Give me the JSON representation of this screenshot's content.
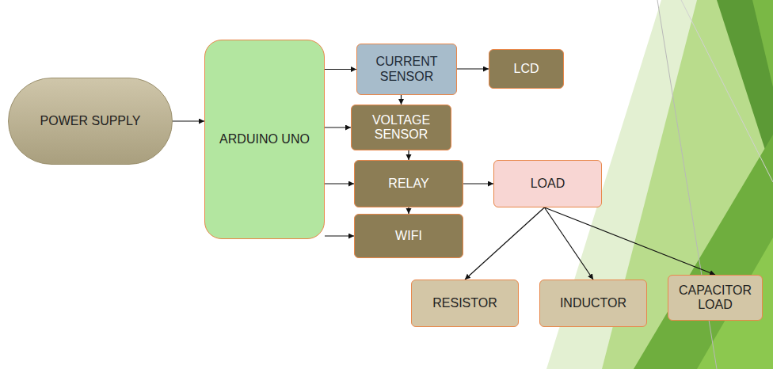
{
  "diagram": {
    "nodes": [
      {
        "text": [
          "POWER SUPPLY"
        ]
      },
      {
        "text": [
          "ARDUINO UNO"
        ]
      },
      {
        "text": [
          "CURRENT SENSOR"
        ]
      },
      {
        "text": [
          "LCD"
        ]
      },
      {
        "text": [
          "VOLTAGE SENSOR"
        ]
      },
      {
        "text": [
          "RELAY"
        ]
      },
      {
        "text": [
          "LOAD"
        ]
      },
      {
        "text": [
          "WIFI"
        ]
      },
      {
        "text": [
          "RESISTOR"
        ]
      },
      {
        "text": [
          "INDUCTOR"
        ]
      },
      {
        "text": [
          "CAPACITOR LOAD"
        ]
      }
    ],
    "edges": [
      {
        "from": 0,
        "to": 1,
        "arrow": "to"
      },
      {
        "from": 1,
        "to": 2,
        "arrow": "to"
      },
      {
        "from": 2,
        "to": 3,
        "arrow": "to"
      },
      {
        "from": 2,
        "to": 4,
        "arrow": "to"
      },
      {
        "from": 1,
        "to": 4,
        "arrow": "to"
      },
      {
        "from": 4,
        "to": 5,
        "arrow": "to"
      },
      {
        "from": 1,
        "to": 5,
        "arrow": "to"
      },
      {
        "from": 5,
        "to": 6,
        "arrow": "to"
      },
      {
        "from": 5,
        "to": 7,
        "arrow": "to"
      },
      {
        "from": 1,
        "to": 7,
        "arrow": "to"
      },
      {
        "from": 6,
        "to": 8,
        "arrow": "to"
      },
      {
        "from": 6,
        "to": 9,
        "arrow": "to"
      },
      {
        "from": 6,
        "to": 10,
        "arrow": "to"
      }
    ]
  }
}
